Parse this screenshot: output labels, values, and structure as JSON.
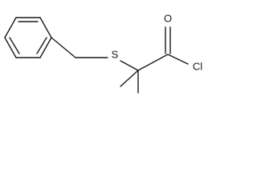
{
  "molecule": {
    "atoms": {
      "sulfur": "S",
      "oxygen": "O",
      "chlorine": "Cl"
    }
  }
}
